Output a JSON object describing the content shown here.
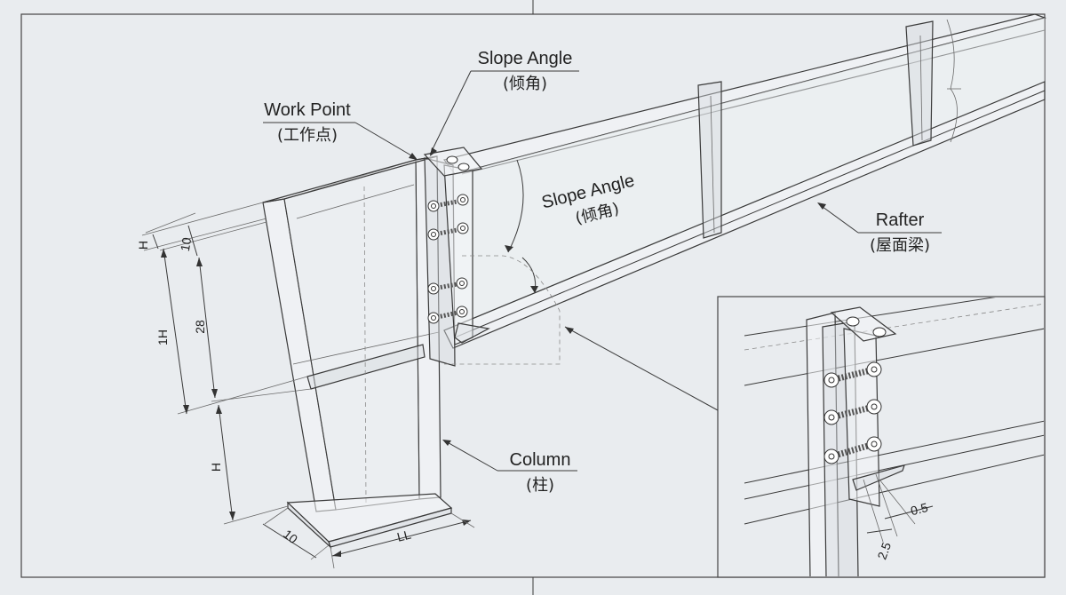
{
  "labels": {
    "slope_angle_top": {
      "en": "Slope Angle",
      "cn": "(倾角)"
    },
    "work_point": {
      "en": "Work Point",
      "cn": "(工作点)"
    },
    "slope_angle_mid": {
      "en": "Slope Angle",
      "cn": "(倾角)"
    },
    "rafter": {
      "en": "Rafter",
      "cn": "(屋面梁)"
    },
    "column": {
      "en": "Column",
      "cn": "(柱)"
    }
  },
  "dimensions": {
    "h_small": "H",
    "ten_vertical": "10",
    "one_h": "1H",
    "twenty_eight": "28",
    "h_lower": "H",
    "ten_base": "10",
    "ll": "LL",
    "zero_five": "0.5",
    "two_five": "2.5"
  }
}
